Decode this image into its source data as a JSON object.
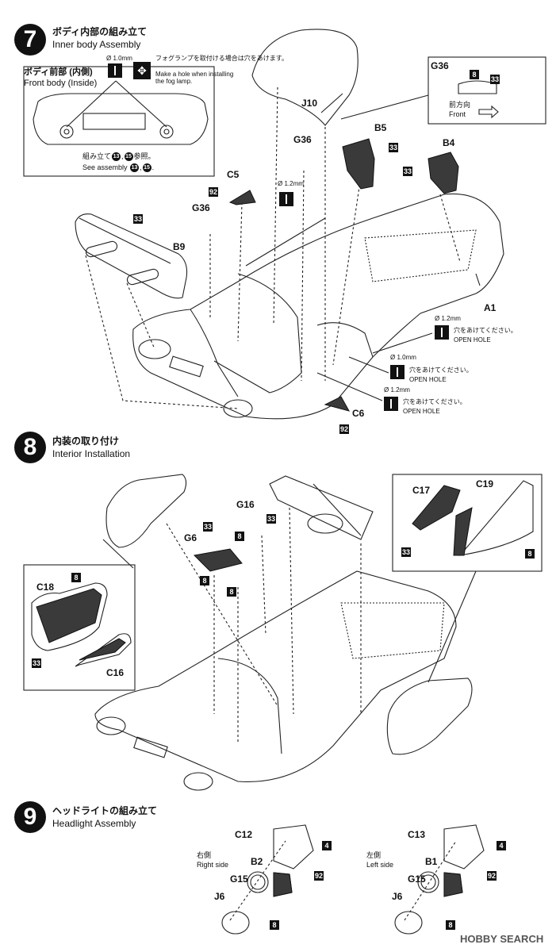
{
  "step7": {
    "number": "7",
    "title_jp": "ボディ内部の組み立て",
    "title_en": "Inner body Assembly",
    "inset": {
      "title_jp": "ボディ前部 (内側)",
      "title_en": "Front body (Inside)",
      "drill": "Ø 1.0mm",
      "note_jp": "フォグランプを取付ける場合は穴をあけます。",
      "note_en": "Make a hole when installing the fog lamp.",
      "ref_jp": "組み立て",
      "ref_jp_suffix": "参照。",
      "ref_en": "See assembly",
      "ref_step_a": "13",
      "ref_step_b": "15",
      "ref_sep": ","
    },
    "g36_box": {
      "part": "G36",
      "color_a": "8",
      "color_b": "33",
      "dir_jp": "前方向",
      "dir_en": "Front"
    },
    "parts": {
      "j10": "J10",
      "b5": "B5",
      "b4": "B4",
      "g36": "G36",
      "g36b": "G36",
      "c5": "C5",
      "b9": "B9",
      "a1": "A1",
      "c6": "C6"
    },
    "colors": {
      "b5": "33",
      "b4": "33",
      "c5": "92",
      "b9": "33",
      "c6": "92"
    },
    "holes": [
      {
        "drill": "Ø 1.2mm",
        "jp": "",
        "en": ""
      },
      {
        "drill": "Ø 1.2mm",
        "jp": "穴をあけてください。",
        "en": "OPEN HOLE"
      },
      {
        "drill": "Ø 1.0mm",
        "jp": "穴をあけてください。",
        "en": "OPEN HOLE"
      },
      {
        "drill": "Ø 1.2mm",
        "jp": "穴をあけてください。",
        "en": "OPEN HOLE"
      }
    ]
  },
  "step8": {
    "number": "8",
    "title_jp": "内装の取り付け",
    "title_en": "Interior Installation",
    "parts": {
      "g16": "G16",
      "g6": "G6",
      "c18": "C18",
      "c16": "C16",
      "c17": "C17",
      "c19": "C19"
    },
    "colors": {
      "g16_a": "33",
      "g16_b": "8",
      "g6_a": "33",
      "g6_b": "8",
      "g6_c": "8",
      "c18": "8",
      "c16": "33",
      "c17": "33",
      "c19": "8"
    }
  },
  "step9": {
    "number": "9",
    "title_jp": "ヘッドライトの組み立て",
    "title_en": "Headlight Assembly",
    "right": {
      "side_jp": "右側",
      "side_en": "Right side",
      "c": "C12",
      "b": "B2",
      "g": "G15",
      "j": "J6",
      "color_c": "4",
      "color_b": "92",
      "color_j": "8"
    },
    "left": {
      "side_jp": "左側",
      "side_en": "Left side",
      "c": "C13",
      "b": "B1",
      "g": "G15",
      "j": "J6",
      "color_c": "4",
      "color_b": "92",
      "color_j": "8"
    }
  },
  "watermark": "HOBBY SEARCH"
}
